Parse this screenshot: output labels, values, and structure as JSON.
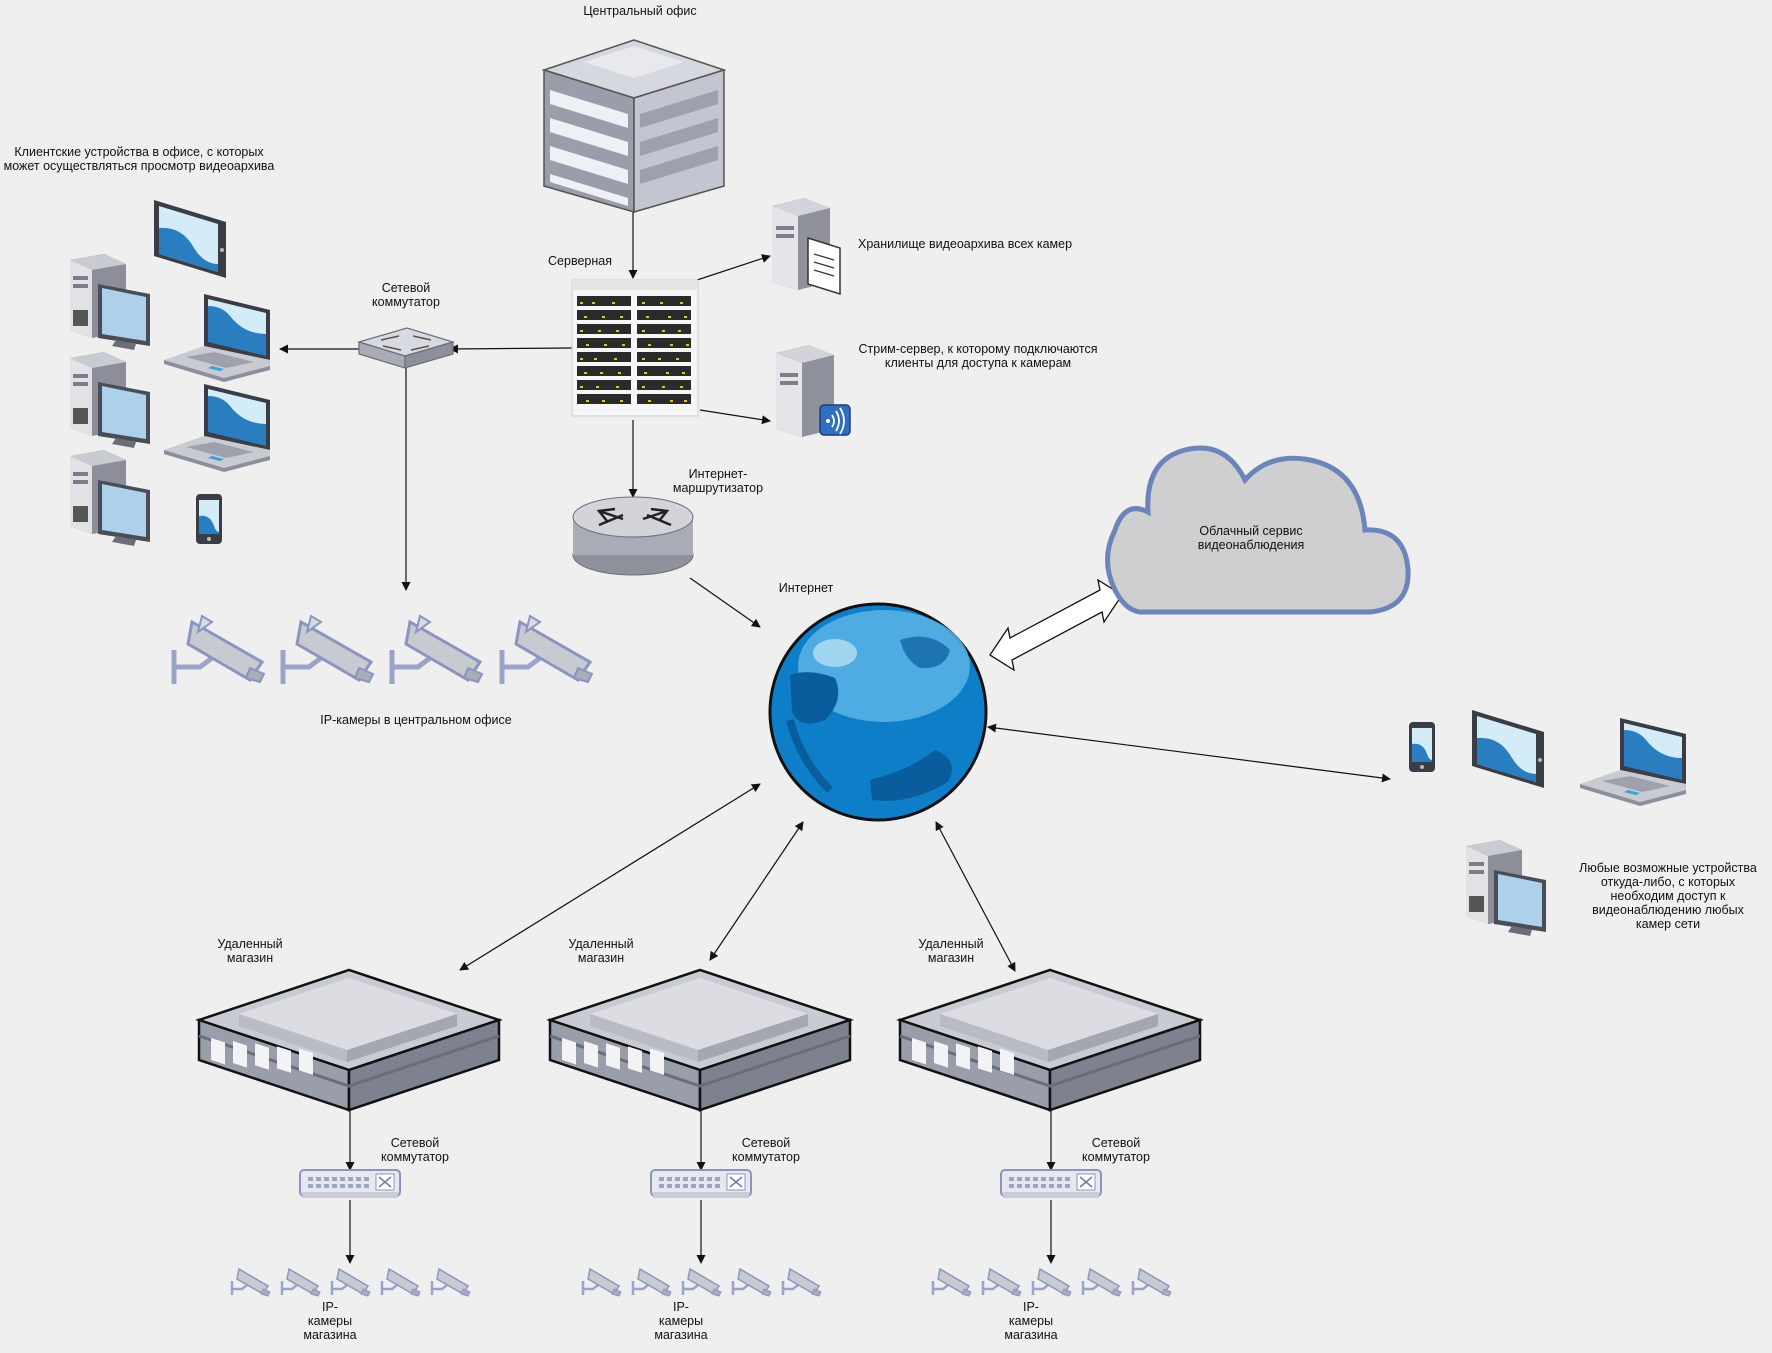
{
  "labels": {
    "central_office": "Центральный офис",
    "client_devices_1": "Клиентские устройства в офисе, с которых",
    "client_devices_2": "может осуществляться просмотр видеоархива",
    "server_room": "Серверная",
    "storage": "Хранилище видеоархива всех камер",
    "stream_server_1": "Стрим-сервер, к которому подключаются",
    "stream_server_2": "клиенты для доступа к камерам",
    "switch_1": "Сетевой",
    "switch_2": "коммутатор",
    "router_1": "Интернет-",
    "router_2": "маршрутизатор",
    "internet": "Интернет",
    "cloud_1": "Облачный сервис",
    "cloud_2": "видеонаблюдения",
    "office_cameras": "IP-камеры в центральном офисе",
    "any_devices_1": "Любые возможные устройства",
    "any_devices_2": "откуда-либо, с которых",
    "any_devices_3": "необходим доступ к",
    "any_devices_4": "видеонаблюдению любых",
    "any_devices_5": "камер сети",
    "remote_store_1": "Удаленный",
    "remote_store_2": "магазин",
    "store_switch_1": "Сетевой",
    "store_switch_2": "коммутатор",
    "store_cams_1": "IP-",
    "store_cams_2": "камеры",
    "store_cams_3": "магазина"
  },
  "icons": {
    "building": "office-building",
    "server_rack": "server-rack",
    "storage": "file-server",
    "stream": "wireless-server",
    "router": "router",
    "switch": "network-switch",
    "globe": "globe",
    "cloud": "cloud",
    "camera": "cctv-camera",
    "store": "store-building",
    "pc": "desktop-pc",
    "laptop": "laptop",
    "tablet": "tablet",
    "phone": "phone"
  },
  "colors": {
    "background": "#efefef",
    "device_blue": "#2a7ec0",
    "cloud_fill": "#cfcfd1",
    "cloud_stroke": "#6c84b9",
    "globe": "#1a8bd3",
    "gray_device": "#b9bcc8"
  }
}
